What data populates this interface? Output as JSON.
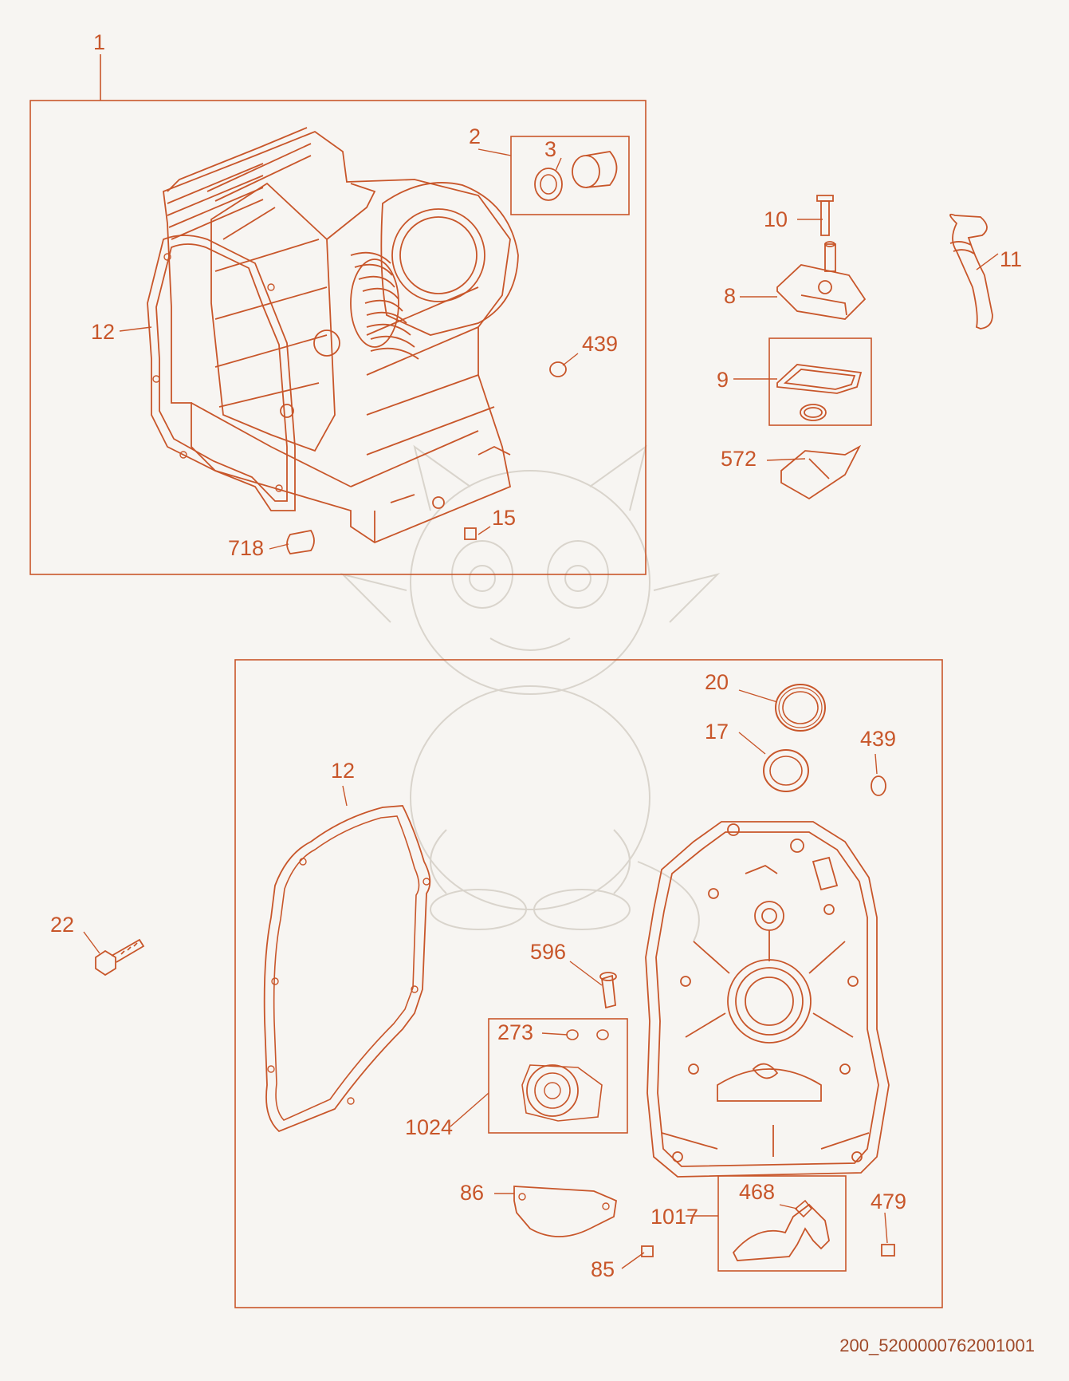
{
  "colors": {
    "line": "#c8562a",
    "background": "#f7f5f2",
    "watermark": "#d9d4cc",
    "docid_text": "#a04a2a"
  },
  "diagram": {
    "doc_id": "200_5200000762001001",
    "callouts": {
      "c1": "1",
      "c2": "2",
      "c3": "3",
      "c8": "8",
      "c9": "9",
      "c10": "10",
      "c11": "11",
      "c12_top": "12",
      "c12_bottom": "12",
      "c15": "15",
      "c17": "17",
      "c20": "20",
      "c22": "22",
      "c85": "85",
      "c86": "86",
      "c273": "273",
      "c439_top": "439",
      "c439_bottom": "439",
      "c468": "468",
      "c479": "479",
      "c572": "572",
      "c596": "596",
      "c718": "718",
      "c1017": "1017",
      "c1024": "1024"
    }
  }
}
